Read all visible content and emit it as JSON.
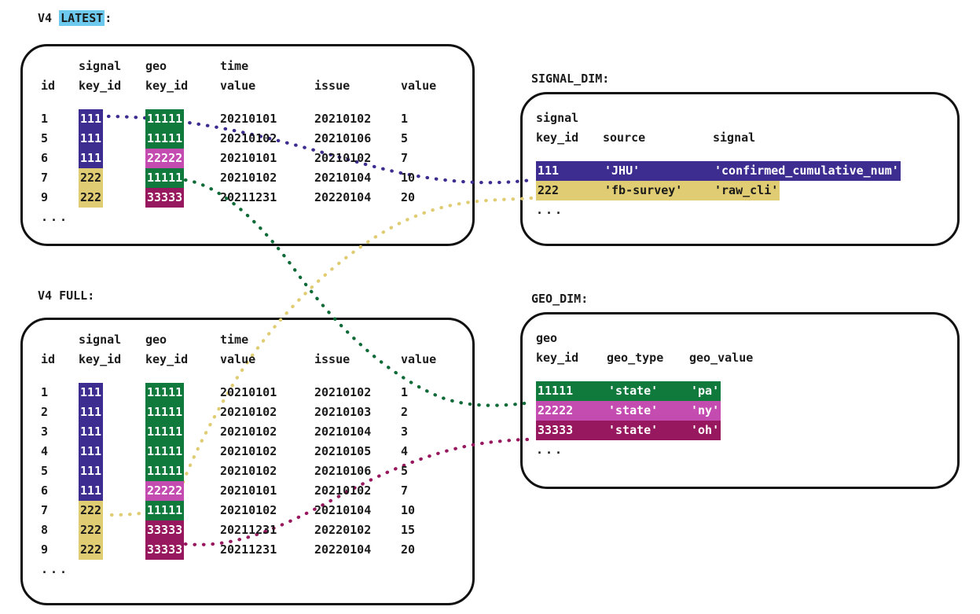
{
  "diagram": {
    "title_latest": "V4 ",
    "title_latest_hl": "LATEST",
    "title_latest_suffix": ":",
    "title_full": "V4 FULL:",
    "title_signal_dim": "SIGNAL_DIM:",
    "title_geo_dim": "GEO_DIM:",
    "ellipsis": "..."
  },
  "colors": {
    "signal_111": "#3d2d91",
    "signal_222": "#e0cc72",
    "geo_11111": "#10793c",
    "geo_22222": "#c44bb0",
    "geo_33333": "#97185e",
    "highlight_latest": "#6ec9ee",
    "outline": "#111111"
  },
  "latest_table": {
    "header_top": [
      "",
      "signal",
      "geo",
      "time",
      "",
      ""
    ],
    "header_bottom": [
      "id",
      "key_id",
      "key_id",
      "value",
      "issue",
      "value"
    ],
    "rows": [
      {
        "id": "1",
        "signal_key_id": "111",
        "signal_color": "blue",
        "geo_key_id": "11111",
        "geo_color": "green",
        "time_value": "20210101",
        "issue": "20210102",
        "value": "1"
      },
      {
        "id": "5",
        "signal_key_id": "111",
        "signal_color": "blue",
        "geo_key_id": "11111",
        "geo_color": "green",
        "time_value": "20210102",
        "issue": "20210106",
        "value": "5"
      },
      {
        "id": "6",
        "signal_key_id": "111",
        "signal_color": "blue",
        "geo_key_id": "22222",
        "geo_color": "orchid",
        "time_value": "20210101",
        "issue": "20210102",
        "value": "7"
      },
      {
        "id": "7",
        "signal_key_id": "222",
        "signal_color": "yellow",
        "geo_key_id": "11111",
        "geo_color": "green",
        "time_value": "20210102",
        "issue": "20210104",
        "value": "10"
      },
      {
        "id": "9",
        "signal_key_id": "222",
        "signal_color": "yellow",
        "geo_key_id": "33333",
        "geo_color": "plum",
        "time_value": "20211231",
        "issue": "20220104",
        "value": "20"
      }
    ]
  },
  "full_table": {
    "header_top": [
      "",
      "signal",
      "geo",
      "time",
      "",
      ""
    ],
    "header_bottom": [
      "id",
      "key_id",
      "key_id",
      "value",
      "issue",
      "value"
    ],
    "rows": [
      {
        "id": "1",
        "signal_key_id": "111",
        "signal_color": "blue",
        "geo_key_id": "11111",
        "geo_color": "green",
        "time_value": "20210101",
        "issue": "20210102",
        "value": "1"
      },
      {
        "id": "2",
        "signal_key_id": "111",
        "signal_color": "blue",
        "geo_key_id": "11111",
        "geo_color": "green",
        "time_value": "20210102",
        "issue": "20210103",
        "value": "2"
      },
      {
        "id": "3",
        "signal_key_id": "111",
        "signal_color": "blue",
        "geo_key_id": "11111",
        "geo_color": "green",
        "time_value": "20210102",
        "issue": "20210104",
        "value": "3"
      },
      {
        "id": "4",
        "signal_key_id": "111",
        "signal_color": "blue",
        "geo_key_id": "11111",
        "geo_color": "green",
        "time_value": "20210102",
        "issue": "20210105",
        "value": "4"
      },
      {
        "id": "5",
        "signal_key_id": "111",
        "signal_color": "blue",
        "geo_key_id": "11111",
        "geo_color": "green",
        "time_value": "20210102",
        "issue": "20210106",
        "value": "5"
      },
      {
        "id": "6",
        "signal_key_id": "111",
        "signal_color": "blue",
        "geo_key_id": "22222",
        "geo_color": "orchid",
        "time_value": "20210101",
        "issue": "20210102",
        "value": "7"
      },
      {
        "id": "7",
        "signal_key_id": "222",
        "signal_color": "yellow",
        "geo_key_id": "11111",
        "geo_color": "green",
        "time_value": "20210102",
        "issue": "20210104",
        "value": "10"
      },
      {
        "id": "8",
        "signal_key_id": "222",
        "signal_color": "yellow",
        "geo_key_id": "33333",
        "geo_color": "plum",
        "time_value": "20211231",
        "issue": "20220102",
        "value": "15"
      },
      {
        "id": "9",
        "signal_key_id": "222",
        "signal_color": "yellow",
        "geo_key_id": "33333",
        "geo_color": "plum",
        "time_value": "20211231",
        "issue": "20220104",
        "value": "20"
      }
    ]
  },
  "signal_dim": {
    "header_top": [
      "signal",
      "",
      ""
    ],
    "header_bottom": [
      "key_id",
      "source",
      "signal"
    ],
    "rows": [
      {
        "key_id": "111",
        "source": "'JHU'",
        "signal": "'confirmed_cumulative_num'",
        "color": "blue"
      },
      {
        "key_id": "222",
        "source": "'fb-survey'",
        "signal": "'raw_cli'",
        "color": "yellow"
      }
    ]
  },
  "geo_dim": {
    "header_top": [
      "geo",
      "",
      ""
    ],
    "header_bottom": [
      "key_id",
      "geo_type",
      "geo_value"
    ],
    "rows": [
      {
        "key_id": "11111",
        "geo_type": "'state'",
        "geo_value": "'pa'",
        "color": "green"
      },
      {
        "key_id": "22222",
        "geo_type": "'state'",
        "geo_value": "'ny'",
        "color": "orchid"
      },
      {
        "key_id": "33333",
        "geo_type": "'state'",
        "geo_value": "'oh'",
        "color": "plum"
      }
    ]
  }
}
